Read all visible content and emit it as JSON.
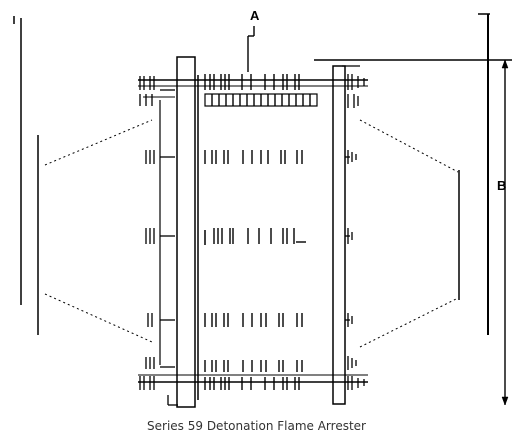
{
  "figure": {
    "dimension_a_label": "A",
    "dimension_b_label": "B",
    "caption": "Series 59 Detonation Flame Arrester"
  },
  "colors": {
    "ink": "#000000",
    "caption": "#333333"
  }
}
